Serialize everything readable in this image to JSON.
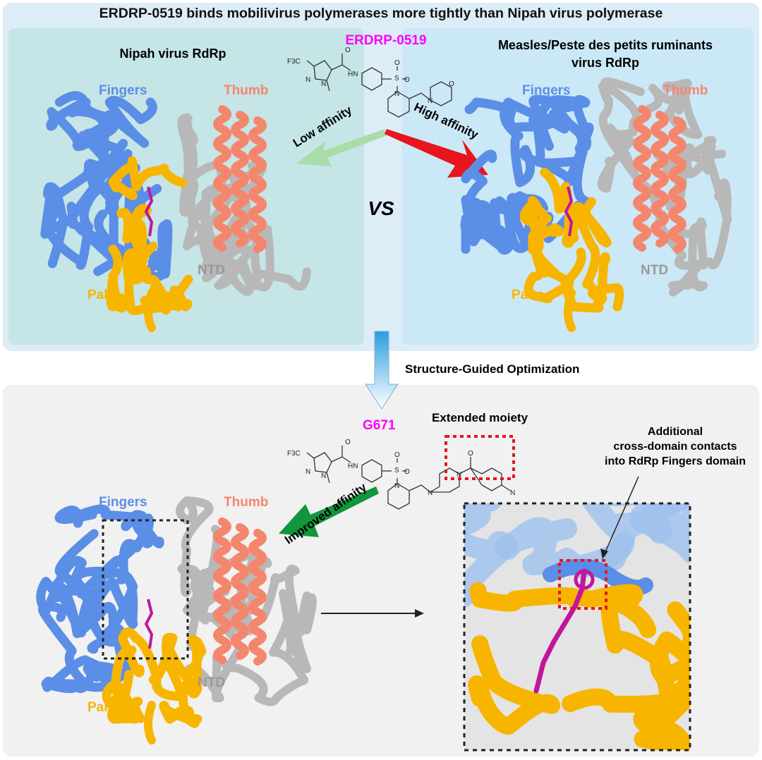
{
  "title": "ERDRP-0519 binds mobilivirus polymerases more tightly than Nipah virus polymerase",
  "top_panel": {
    "left_title": "Nipah virus RdRp",
    "right_title_line1": "Measles/Peste des petits ruminants",
    "right_title_line2": "virus RdRp",
    "compound_name": "ERDRP-0519",
    "low_affinity": "Low affinity",
    "high_affinity": "High affinity",
    "vs": "VS",
    "domains": {
      "fingers": "Fingers",
      "thumb": "Thumb",
      "ntd": "NTD",
      "palm": "Palm"
    }
  },
  "step_label": "Structure-Guided Optimization",
  "bottom_panel": {
    "compound_name": "G671",
    "extended_moiety": "Extended moiety",
    "improved_affinity": "Improved affinity",
    "annotation_line1": "Additional",
    "annotation_line2": "cross-domain contacts",
    "annotation_line3": "into RdRp Fingers domain",
    "domains": {
      "fingers": "Fingers",
      "thumb": "Thumb",
      "ntd": "NTD",
      "palm": "Palm"
    }
  },
  "chem": {
    "cf3": "F3C",
    "n": "N",
    "hn": "HN",
    "o": "O",
    "s": "S"
  },
  "colors": {
    "fingers": "#5b8ee6",
    "thumb": "#f4866e",
    "ntd": "#b8b8b8",
    "palm": "#f7b500",
    "ligand": "#c0169c",
    "compound": "#ff00ff",
    "low_arrow": "#a8dca8",
    "high_arrow": "#e8141e",
    "improved_arrow": "#12963c",
    "highlight_box": "#e8141e"
  }
}
